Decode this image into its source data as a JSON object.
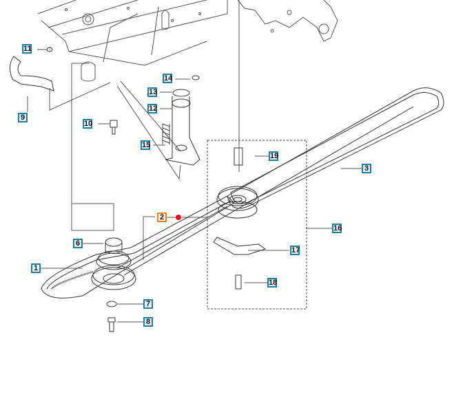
{
  "callouts": [
    {
      "id": "c1",
      "label": "1"
    },
    {
      "id": "c2",
      "label": "2",
      "selected": true
    },
    {
      "id": "c3",
      "label": "3"
    },
    {
      "id": "c6",
      "label": "6"
    },
    {
      "id": "c7",
      "label": "7"
    },
    {
      "id": "c8",
      "label": "8"
    },
    {
      "id": "c9",
      "label": "9"
    },
    {
      "id": "c10",
      "label": "10"
    },
    {
      "id": "c11",
      "label": "11"
    },
    {
      "id": "c12",
      "label": "12"
    },
    {
      "id": "c13",
      "label": "13"
    },
    {
      "id": "c14",
      "label": "14"
    },
    {
      "id": "c15",
      "label": "15"
    },
    {
      "id": "c16",
      "label": "16"
    },
    {
      "id": "c17",
      "label": "17"
    },
    {
      "id": "c18",
      "label": "18"
    },
    {
      "id": "c19",
      "label": "19"
    }
  ],
  "colors": {
    "callout_border": "#1d7fa6",
    "callout_fill": "#eaf4f8",
    "selected_border": "#e8822a",
    "selected_dot": "#e0151c",
    "line": "#333333"
  }
}
